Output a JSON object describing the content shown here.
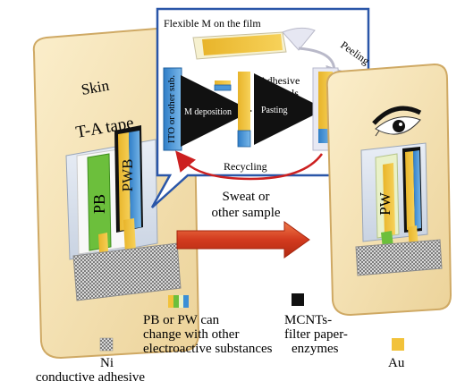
{
  "left_device": {
    "skin_label": "Skin",
    "tape_label": "T-A tape",
    "pb_label": "PB",
    "pwb_label": "PWB"
  },
  "right_device": {
    "pw_label": "PW"
  },
  "inset": {
    "flexible_label": "Flexible M on the film",
    "peeling_label": "Peeling",
    "substrate_label": "ITO or other sub.",
    "deposition_label": "M deposition",
    "adhesive_label_line1": "Adhesive",
    "adhesive_label_line2": "materials",
    "pasting_label": "Pasting",
    "recycling_label": "Recycling"
  },
  "center_arrow": {
    "label_line1": "Sweat or",
    "label_line2": "other sample"
  },
  "legend": {
    "pb_pw_line1": "PB or PW can",
    "pb_pw_line2": "change with other",
    "pb_pw_line3": "electroactive substances",
    "mcnt_line1": "MCNTs-",
    "mcnt_line2": "filter paper-",
    "mcnt_line3": "enzymes",
    "ni_line1": "Ni",
    "ni_line2": "conductive adhesive",
    "au_label": "Au"
  },
  "colors": {
    "skin": "#f3dfb0",
    "skin_edge": "#d8b779",
    "gold": "#f2c23a",
    "green": "#6cbf3c",
    "blue": "#3a8fd6",
    "black": "#111111",
    "frame_blue": "#2a56a8",
    "arrow_red": "#d8412a",
    "recycle_red": "#cc2020"
  }
}
